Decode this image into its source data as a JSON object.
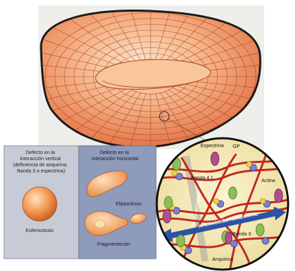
{
  "panels": {
    "vertical": {
      "title_lines": [
        "Defecto en la",
        "interacción vertical",
        "(deficiencia de anquirina,",
        "Banda 3 o espectrina)"
      ],
      "cell_label": "Esferocitosis"
    },
    "horizontal": {
      "title_lines": [
        "Defecto en la",
        "interacción horizontal"
      ],
      "cell_labels": [
        "Eliptocitosis",
        "Fragmentación"
      ]
    }
  },
  "zoom": {
    "labels": {
      "spectrin": "Espectrina",
      "gp": "GP",
      "band41": "Banda 4.1",
      "actin": "Actina",
      "band3": "Banda 3",
      "ankyrin": "Anquirina",
      "vertical_axis": "INTERACCIÓN VERTICAL",
      "horizontal_axis": "INTERACCIÓN HORIZONTAL"
    }
  },
  "colors": {
    "rbc_fill": "#f2a070",
    "rbc_grid": "#8a3418",
    "panel_gray": "#c6cbd6",
    "panel_blue": "#8e9bbb",
    "spectrin_red": "#c2281e",
    "arrow_blue": "#2b53a6",
    "axis_gray": "#a6a6a6"
  }
}
